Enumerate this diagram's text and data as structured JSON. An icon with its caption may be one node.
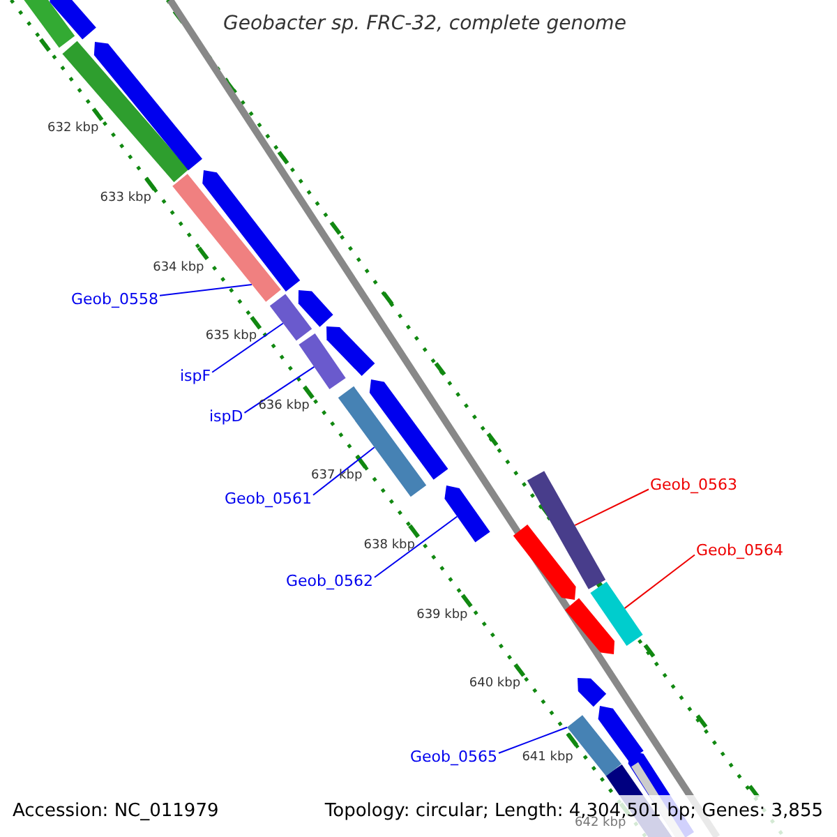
{
  "diagram": {
    "title": "Geobacter sp. FRC-32, complete genome",
    "nodes": [
      {
        "text": [
          "Geob_0558"
        ]
      },
      {
        "text": [
          "ispF"
        ]
      },
      {
        "text": [
          "ispD"
        ]
      },
      {
        "text": [
          "Geob_0561"
        ]
      },
      {
        "text": [
          "Geob_0562"
        ]
      },
      {
        "text": [
          "Geob_0563"
        ]
      },
      {
        "text": [
          "Geob_0564"
        ]
      },
      {
        "text": [
          "Geob_0565"
        ]
      },
      {
        "text": [],
        "shape": "bar"
      },
      {
        "text": [],
        "shape": "bar"
      },
      {
        "text": [],
        "shape": "bar"
      },
      {
        "text": [],
        "shape": "bar"
      },
      {
        "text": [],
        "shape": "bar"
      },
      {
        "text": [],
        "shape": "bar"
      },
      {
        "text": [],
        "shape": "bar"
      },
      {
        "text": [],
        "shape": "bar"
      }
    ],
    "edges": [
      {
        "from": 0,
        "to": 8,
        "arrow": "none"
      },
      {
        "from": 1,
        "to": 9,
        "arrow": "none"
      },
      {
        "from": 2,
        "to": 10,
        "arrow": "none"
      },
      {
        "from": 3,
        "to": 11,
        "arrow": "none"
      },
      {
        "from": 4,
        "to": 12,
        "arrow": "none"
      },
      {
        "from": 5,
        "to": 13,
        "arrow": "none",
        "color": "#ee0000"
      },
      {
        "from": 6,
        "to": 14,
        "arrow": "none",
        "color": "#ee0000"
      },
      {
        "from": 7,
        "to": 15,
        "arrow": "none"
      }
    ],
    "labels": [
      "632 kbp",
      "633 kbp",
      "634 kbp",
      "635 kbp",
      "636 kbp",
      "637 kbp",
      "638 kbp",
      "639 kbp",
      "640 kbp",
      "641 kbp",
      "642 kbp",
      "Accession: NC_011979",
      "Topology: circular; Length: 4,304,501 bp; Genes: 3,855"
    ]
  }
}
